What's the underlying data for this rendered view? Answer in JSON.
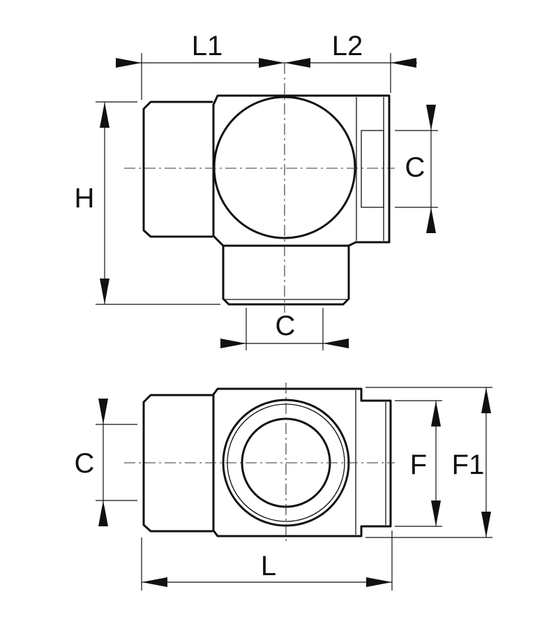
{
  "labels": {
    "l1": "L1",
    "l2": "L2",
    "h": "H",
    "c_side": "C",
    "c_bottom": "C",
    "c_left": "C",
    "f": "F",
    "f1": "F1",
    "l": "L"
  },
  "colors": {
    "line": "#111111",
    "background": "#ffffff"
  }
}
